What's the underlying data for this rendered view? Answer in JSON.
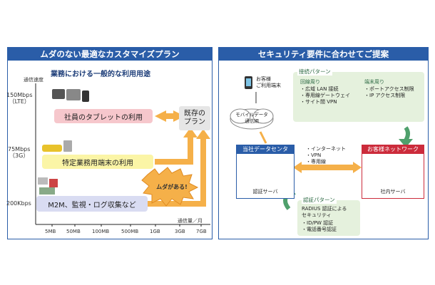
{
  "left": {
    "title": "ムダのない最適なカスタマイズプラン",
    "subtitle": "業務における一般的な利用用途",
    "y_axis_label": "通信速度",
    "x_axis_label": "通信量／月",
    "y_ticks": [
      "150Mbps\n（LTE）",
      "75Mbps\n（3G）",
      "200Kbps"
    ],
    "x_ticks": [
      "5MB",
      "50MB",
      "100MB",
      "500MB",
      "1GB",
      "3GB",
      "7GB"
    ],
    "usages": [
      "社員のタブレットの利用",
      "特定業務用端末の利用",
      "M2M、監視・ログ収集など"
    ],
    "existing_plan": "既存の\nプラン",
    "waste_burst": "ムダがある!"
  },
  "right": {
    "title": "セキュリティ要件に合わせてご提案",
    "customer_device": "お客様\nご利用端末",
    "mobile_network": "モバイルデータ\n通信網",
    "connection_pattern": {
      "title": "接続パターン",
      "line_title": "回線周り",
      "line_items": [
        "広域 LAN 接続",
        "専用線ゲートウェイ",
        "サイト間 VPN"
      ],
      "terminal_title": "端末周り",
      "terminal_items": [
        "ポートアクセス制限",
        "IP アクセス制限"
      ]
    },
    "datacenter_title": "当社データセンタ",
    "auth_server": "認証サーバ",
    "customer_network_title": "お客様ネットワーク",
    "internal_server": "社内サーバ",
    "links": [
      "インターネット",
      "VPN",
      "専用線"
    ],
    "auth_pattern": {
      "title": "認証パターン",
      "intro": "RADIUS 認証による\nセキュリティ",
      "items": [
        "ID/PW 認証",
        "電話番号認証"
      ]
    }
  },
  "colors": {
    "header_blue": "#2a5da8",
    "arrow_orange": "#f5b049",
    "pink_box": "#f6c7cc",
    "yellow_box": "#fbf5a6",
    "lavender_box": "#d9dcf2",
    "grey_box": "#e6e6e6",
    "green_box": "#e5f1dd",
    "green_arrow": "#4fa06c",
    "red_header": "#cc2b3b"
  }
}
